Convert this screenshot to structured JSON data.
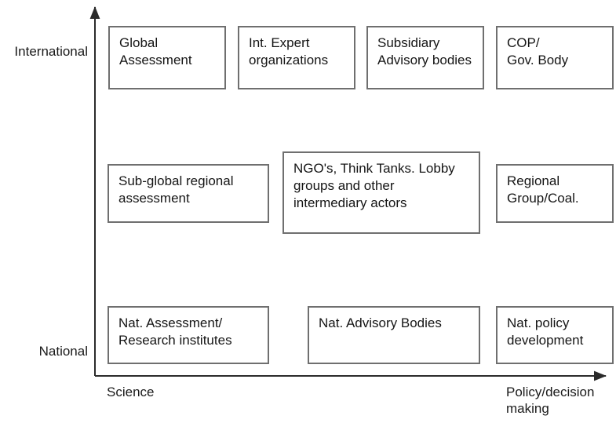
{
  "diagram": {
    "title": "Science-policy interface actors grid",
    "style": {
      "box_border_color": "#6f6f6f",
      "axis_color": "#2b2b2b",
      "background": "#ffffff",
      "text_color": "#151515"
    },
    "axes": {
      "y_axis": {
        "name": "vertical-scale-axis",
        "top_label": "International",
        "bottom_label": "National",
        "direction": "upward-arrow"
      },
      "x_axis": {
        "name": "horizontal-function-axis",
        "left_label": "Science",
        "right_label": "Policy/decision\nmaking",
        "direction": "rightward-arrow"
      }
    },
    "rows": [
      {
        "row_name": "international-row",
        "boxes": [
          {
            "id": "global-assessment",
            "text": "Global\nAssessment"
          },
          {
            "id": "int-expert-organizations",
            "text": "Int. Expert\norganizations"
          },
          {
            "id": "subsidiary-advisory-bodies",
            "text": "Subsidiary\nAdvisory bodies"
          },
          {
            "id": "cop-gov-body",
            "text": "COP/\nGov. Body"
          }
        ]
      },
      {
        "row_name": "sub-global-row",
        "boxes": [
          {
            "id": "sub-global-regional-assessment",
            "text": "Sub-global regional\nassessment"
          },
          {
            "id": "ngos-think-tanks",
            "text": "NGO's, Think Tanks. Lobby\ngroups and other\nintermediary actors"
          },
          {
            "id": "regional-group-coalition",
            "text": "Regional\nGroup/Coal."
          }
        ]
      },
      {
        "row_name": "national-row",
        "boxes": [
          {
            "id": "nat-assessment-research-institutes",
            "text": "Nat. Assessment/\nResearch institutes"
          },
          {
            "id": "nat-advisory-bodies",
            "text": "Nat. Advisory Bodies"
          },
          {
            "id": "nat-policy-development",
            "text": "Nat. policy\ndevelopment"
          }
        ]
      }
    ]
  }
}
